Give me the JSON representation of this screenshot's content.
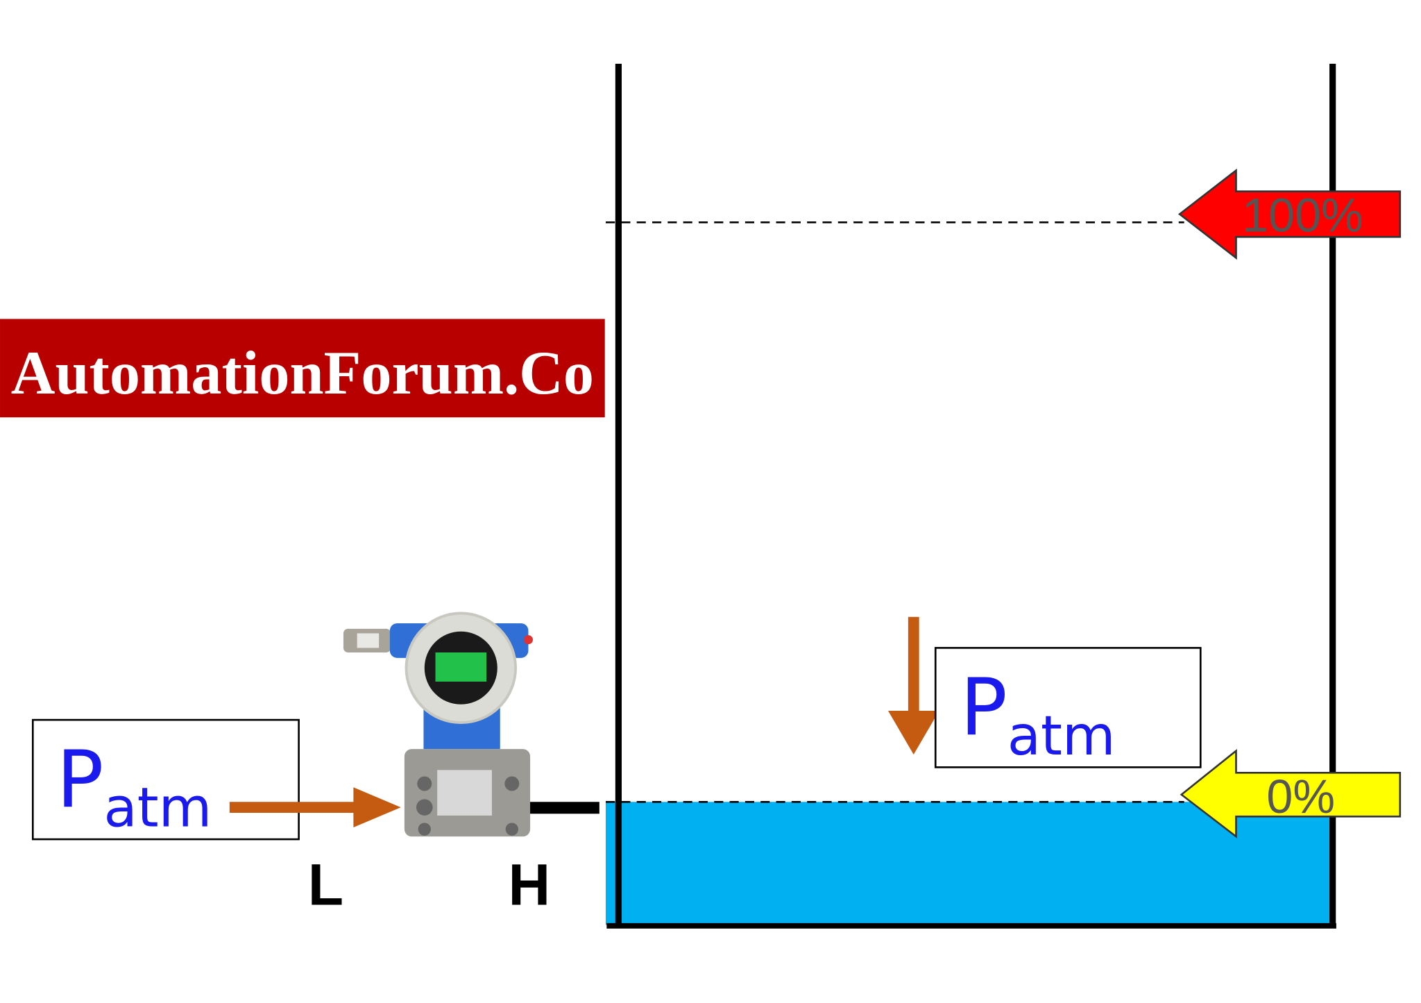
{
  "banner": {
    "text": "AutomationForum.Co",
    "color": "#B80000"
  },
  "levels": {
    "high": {
      "label": "100%",
      "color": "#FF0000"
    },
    "low": {
      "label": "0%",
      "color": "#FFFF00"
    }
  },
  "liquid": {
    "color": "#00B0F0"
  },
  "pressure_labels": {
    "low_side": {
      "main": "P",
      "sub": "atm"
    },
    "tank_top": {
      "main": "P",
      "sub": "atm"
    }
  },
  "ports": {
    "low": "L",
    "high": "H"
  },
  "arrow_color": "#C55A11",
  "transmitter": {
    "body_color": "#2F6FD6",
    "display_color": "#22C24A"
  }
}
